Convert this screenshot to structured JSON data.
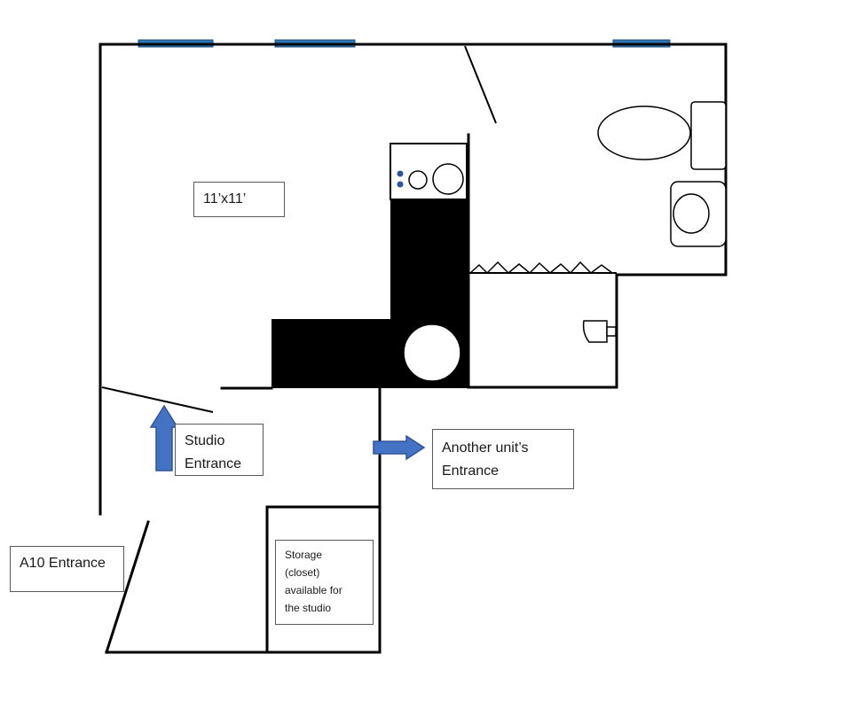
{
  "labels": {
    "room_size": [
      "11’x11’"
    ],
    "studio_entrance": [
      "Studio",
      "Entrance"
    ],
    "other_unit_entrance": [
      "Another unit’s",
      "Entrance"
    ],
    "a10_entrance": [
      "A10 Entrance"
    ],
    "storage": [
      "Storage",
      "(closet)",
      "available for",
      "the studio"
    ]
  },
  "colors": {
    "wall": "#000000",
    "window_fill": "#2e75b6",
    "arrow_fill": "#4472c4",
    "arrow_stroke": "#2f5597",
    "stove_knob": "#2f5597"
  }
}
